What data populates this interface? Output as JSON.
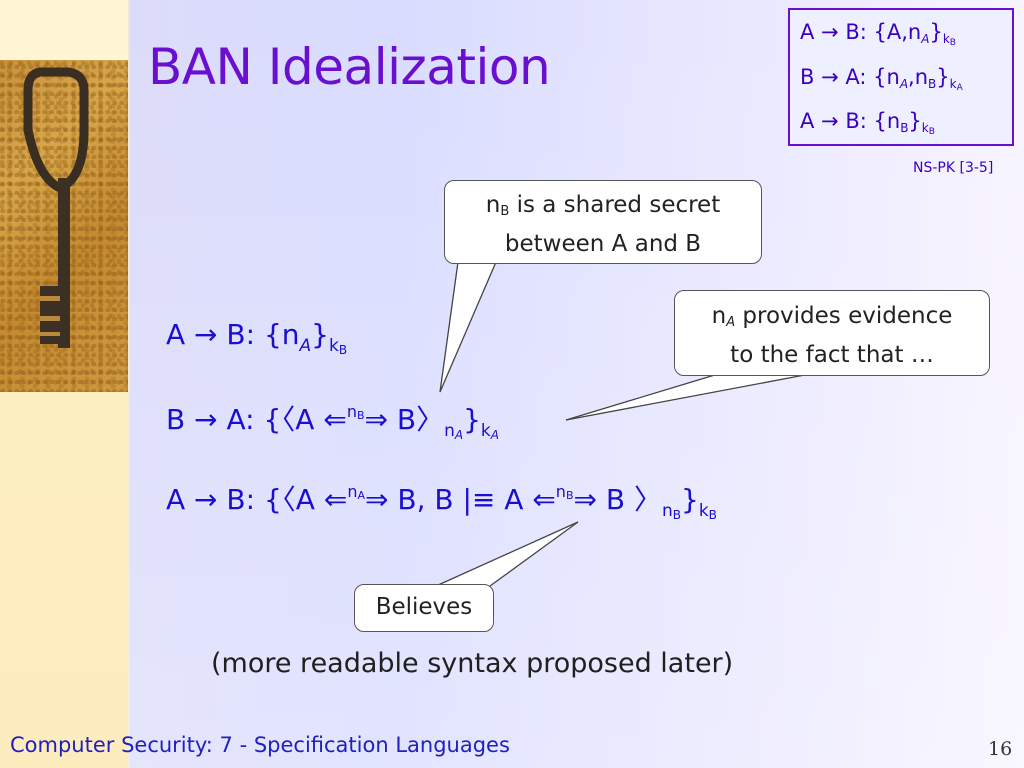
{
  "slide": {
    "title": "BAN Idealization",
    "footer": "Computer Security: 7 - Specification Languages",
    "page_number": "16",
    "note": "(more readable syntax proposed later)"
  },
  "ns_pk": {
    "caption": "NS-PK [3-5]",
    "lines": [
      {
        "from": "A",
        "to": "B",
        "msg": "{A,n",
        "sub1": "A",
        "close": "}",
        "key": "k",
        "keysub": "B"
      },
      {
        "from": "B",
        "to": "A",
        "msg": "{n",
        "sub1": "A",
        "mid": ",n",
        "sub2": "B",
        "close": "}",
        "key": "k",
        "keysub": "A"
      },
      {
        "from": "A",
        "to": "B",
        "msg": "{n",
        "sub1": "B",
        "close": "}",
        "key": "k",
        "keysub": "B"
      }
    ]
  },
  "formulas": {
    "line1": {
      "head": "A → B: {n",
      "sub": "A",
      "close": "}",
      "key": "k",
      "keysub": "B"
    },
    "line2": {
      "head": "B → A: {〈A ",
      "arrow_l": "⇐",
      "secret": "n",
      "secret_sub": "B",
      "arrow_r": "⇒",
      "tail": " B〉",
      "nonce": "n",
      "nonce_sub": "A",
      "close": "}",
      "key": "k",
      "keysub": "A"
    },
    "line3": {
      "head": "A → B: {〈A ",
      "arrow_l": "⇐",
      "secret1": "n",
      "secret1_sub": "A",
      "arrow_r": "⇒",
      "mid": " B, B |≡ A ",
      "arrow_l2": "⇐",
      "secret2": "n",
      "secret2_sub": "B",
      "arrow_r2": "⇒",
      "tail": " B 〉",
      "nonce": "n",
      "nonce_sub": "B",
      "close": "}",
      "key": "k",
      "keysub": "B"
    }
  },
  "callouts": {
    "shared_secret": {
      "n": "n",
      "sub": "B",
      "line1": " is a shared secret",
      "line2": "between A and B"
    },
    "evidence": {
      "n": "n",
      "sub": "A",
      "line1": " provides evidence",
      "line2": "to the fact that …"
    },
    "believes": {
      "text": "Believes"
    }
  },
  "colors": {
    "title": "#6a0fd0",
    "formula": "#1a0fd0",
    "footer": "#2020c0",
    "box_border": "#6a0fd0"
  },
  "icons": [
    "key-photo"
  ]
}
